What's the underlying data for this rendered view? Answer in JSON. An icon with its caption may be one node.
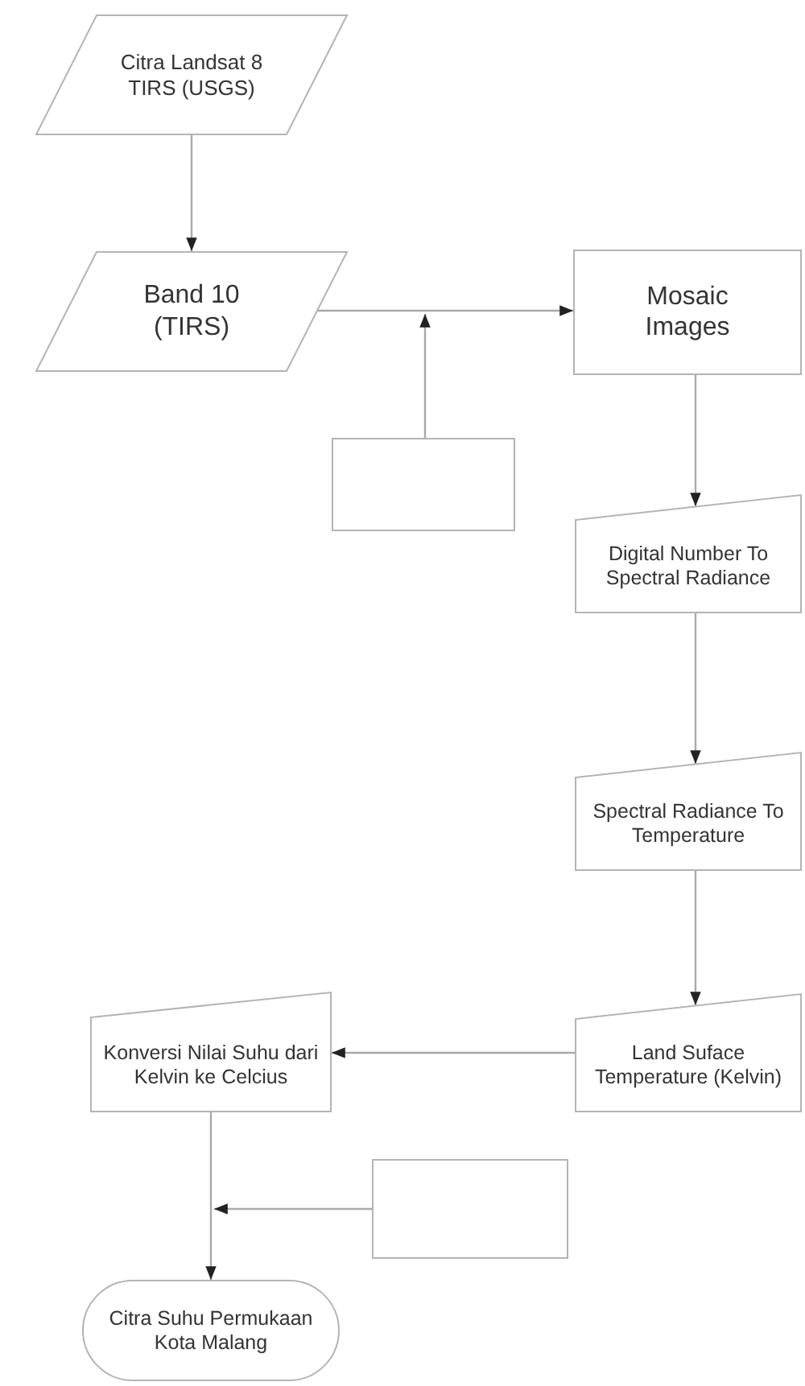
{
  "diagram": {
    "nodes": [
      {
        "text": [
          "Citra Landsat 8 TIRS (USGS)"
        ]
      },
      {
        "text": [
          "Band 10 (TIRS)"
        ]
      },
      {
        "text": [
          "Mosaic Images"
        ]
      },
      {
        "text": [],
        "shape": "box"
      },
      {
        "text": [
          "Digital Number To Spectral Radiance"
        ]
      },
      {
        "text": [
          "Spectral Radiance To Temperature"
        ]
      },
      {
        "text": [
          "Land Suface Temperature (Kelvin)"
        ]
      },
      {
        "text": [
          "Konversi Nilai Suhu dari Kelvin ke Celcius"
        ]
      },
      {
        "text": [],
        "shape": "box"
      },
      {
        "text": [
          "Citra Suhu Permukaan Kota Malang"
        ]
      }
    ],
    "edges": [
      {
        "from": 0,
        "to": 1,
        "arrow": "to"
      },
      {
        "from": 1,
        "to": 2,
        "arrow": "to"
      },
      {
        "from": 3,
        "to": null,
        "arrow": "to"
      },
      {
        "from": 2,
        "to": 4,
        "arrow": "to"
      },
      {
        "from": 4,
        "to": 5,
        "arrow": "to"
      },
      {
        "from": 5,
        "to": 6,
        "arrow": "to"
      },
      {
        "from": 6,
        "to": 7,
        "arrow": "to"
      },
      {
        "from": 7,
        "to": 9,
        "arrow": "to"
      },
      {
        "from": 8,
        "to": null,
        "arrow": "to"
      }
    ]
  }
}
